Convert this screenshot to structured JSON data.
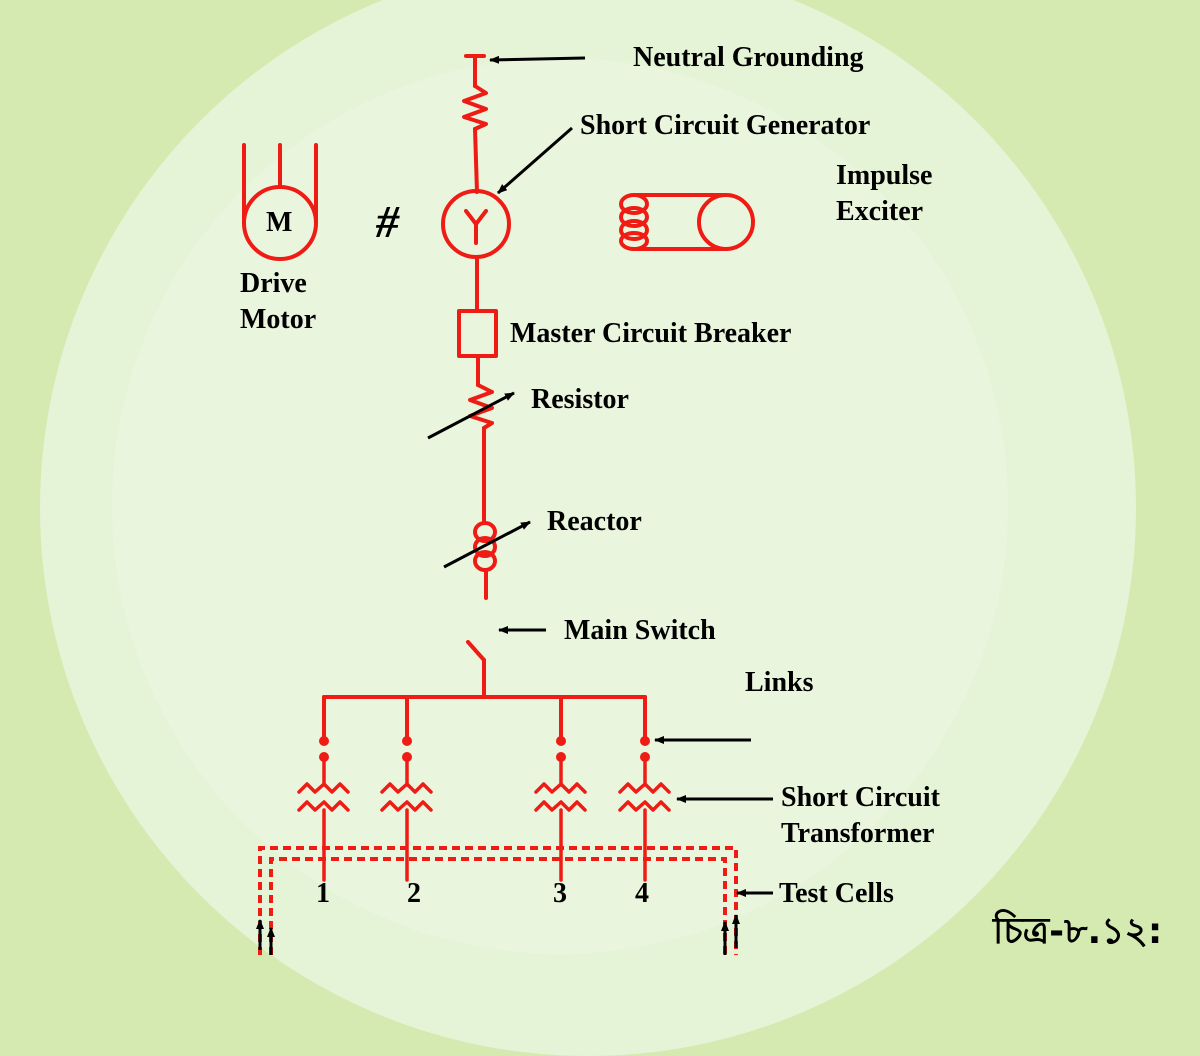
{
  "labels": {
    "neutral_grounding": "Neutral Grounding",
    "short_circuit_generator": "Short Circuit Generator",
    "impulse_exciter_1": "Impulse",
    "impulse_exciter_2": "Exciter",
    "drive_motor_1": "Drive",
    "drive_motor_2": "Motor",
    "motor_symbol": "M",
    "hash_symbol": "#",
    "master_circuit_breaker": "Master  Circuit Breaker",
    "resistor": "Resistor",
    "reactor": "Reactor",
    "main_switch": "Main Switch",
    "links": "Links",
    "short_circuit_transformer_1": "Short Circuit",
    "short_circuit_transformer_2": "Transformer",
    "test_cells": "Test Cells"
  },
  "branch_numbers": [
    "1",
    "2",
    "3",
    "4"
  ],
  "caption": "চিত্র-৮.১২:",
  "colors": {
    "circuit": "#ee1c14",
    "text": "#000000",
    "background": "#d5eab0"
  }
}
